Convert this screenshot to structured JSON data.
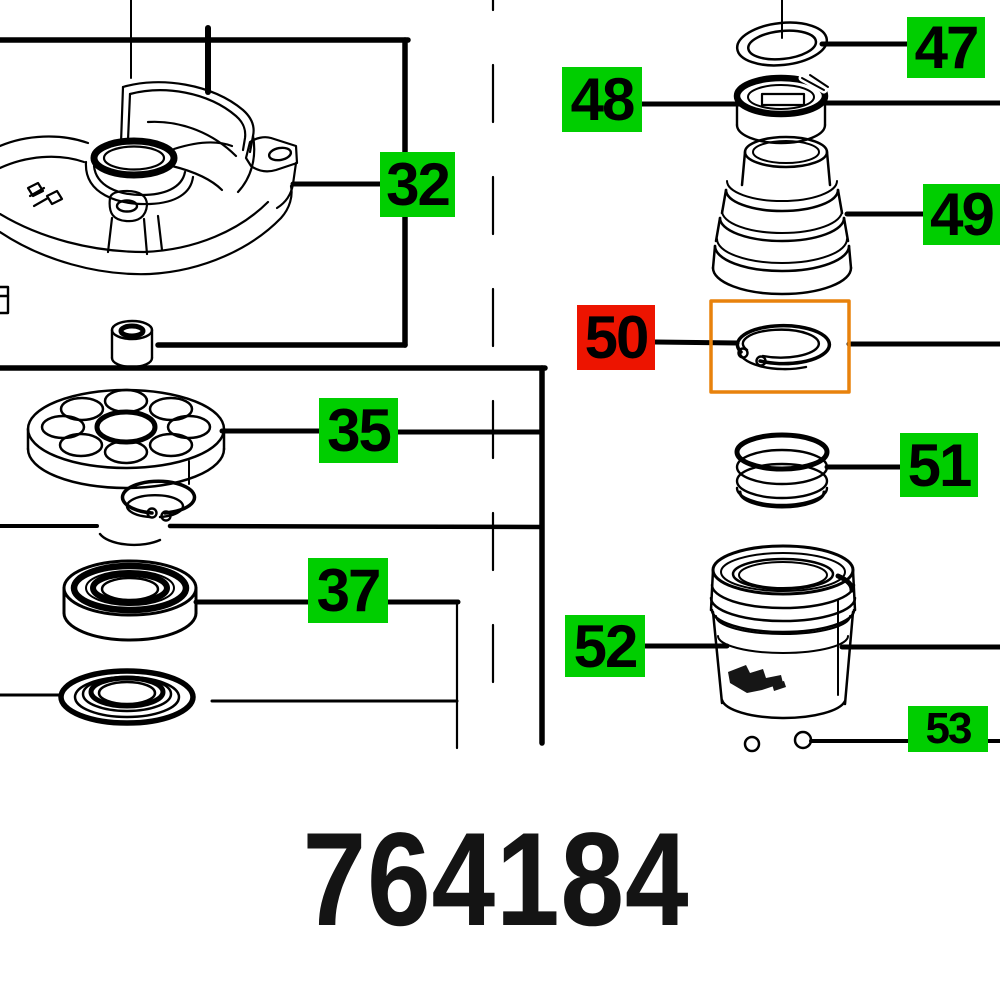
{
  "diagram": {
    "drawing_number": "764184",
    "callouts": [
      {
        "text": "32",
        "style": "green",
        "highlighted": false
      },
      {
        "text": "35",
        "style": "green",
        "highlighted": false
      },
      {
        "text": "37",
        "style": "green",
        "highlighted": false
      },
      {
        "text": "47",
        "style": "green",
        "highlighted": false
      },
      {
        "text": "48",
        "style": "green",
        "highlighted": false
      },
      {
        "text": "49",
        "style": "green",
        "highlighted": false
      },
      {
        "text": "50",
        "style": "red",
        "highlighted": true
      },
      {
        "text": "51",
        "style": "green",
        "highlighted": false
      },
      {
        "text": "52",
        "style": "green",
        "highlighted": false
      },
      {
        "text": "53",
        "style": "green",
        "highlighted": false
      }
    ],
    "colors": {
      "callout_green": "#00CE00",
      "callout_red": "#ED1400",
      "highlight_box_orange": "#E8820C",
      "line_black": "#000000",
      "background_white": "#FFFFFF"
    }
  }
}
